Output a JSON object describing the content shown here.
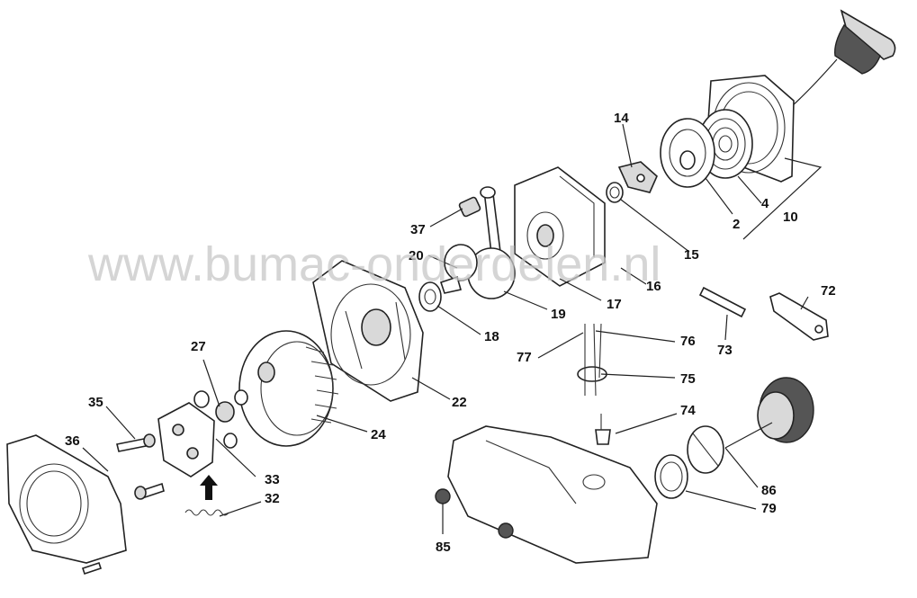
{
  "watermark": "www.bumac-onderdelen.nl",
  "part_labels": {
    "p2": "2",
    "p4": "4",
    "p10": "10",
    "p14": "14",
    "p15": "15",
    "p16": "16",
    "p17": "17",
    "p18": "18",
    "p19": "19",
    "p20": "20",
    "p22": "22",
    "p24": "24",
    "p27": "27",
    "p32": "32",
    "p33": "33",
    "p35": "35",
    "p36": "36",
    "p37": "37",
    "p72": "72",
    "p73": "73",
    "p74": "74",
    "p75": "75",
    "p76": "76",
    "p77": "77",
    "p79": "79",
    "p85": "85",
    "p86": "86"
  }
}
